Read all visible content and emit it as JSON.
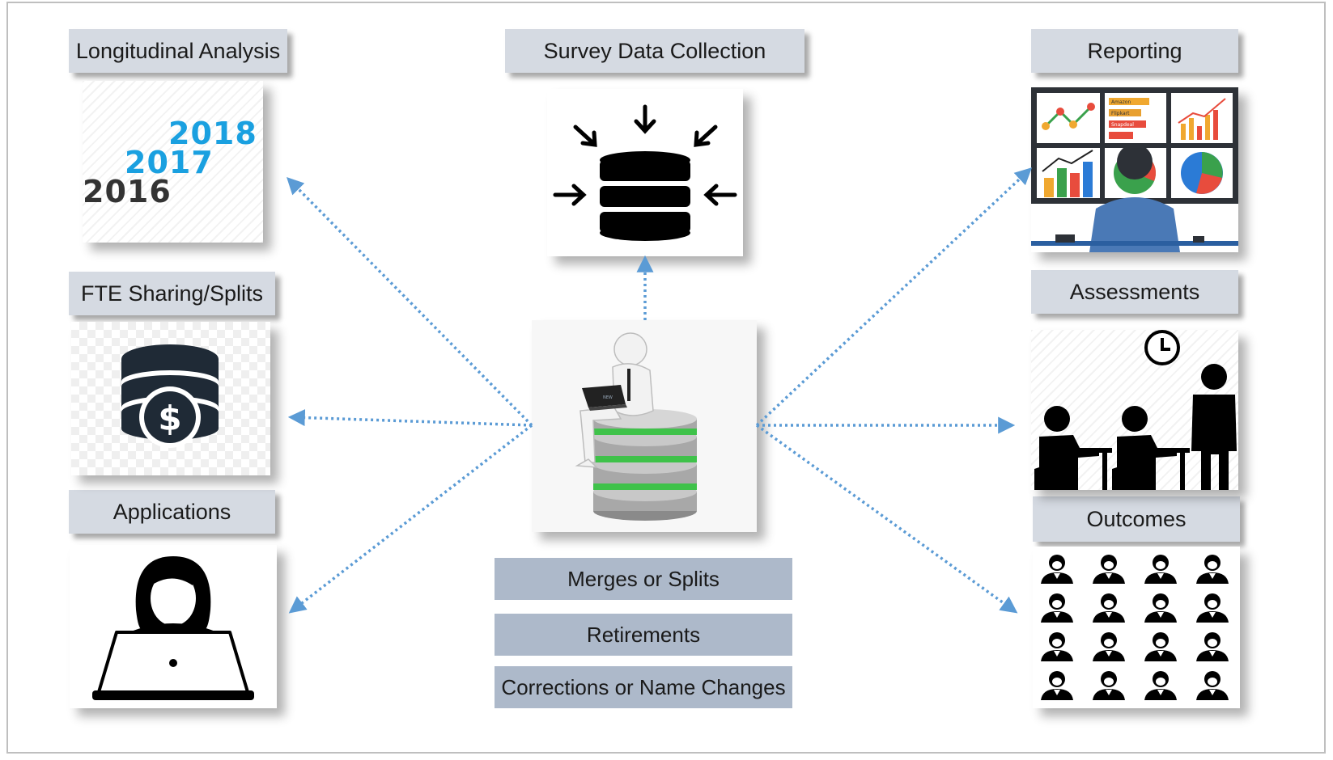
{
  "labels": {
    "longitudinal": "Longitudinal Analysis",
    "survey": "Survey Data Collection",
    "reporting": "Reporting",
    "fte": "FTE Sharing/Splits",
    "assessments": "Assessments",
    "applications": "Applications",
    "outcomes": "Outcomes"
  },
  "center_items": [
    "Merges or Splits",
    "Retirements",
    "Corrections or Name Changes"
  ],
  "years": [
    "2018",
    "2017",
    "2016"
  ],
  "chart_tags": [
    "Amazon",
    "Flipkart",
    "Snapdeal"
  ],
  "screen_label": "NEW",
  "colors": {
    "label_bg": "#d5dae2",
    "pill_bg": "#adb9ca",
    "arrow": "#5b9bd5",
    "year_blue": "#1aa0e0",
    "year_dark": "#333333"
  },
  "icons": [
    "calendar-years-icon",
    "database-inbound-icon",
    "dashboard-monitor-icon",
    "coin-database-icon",
    "person-on-database-icon",
    "exam-room-icon",
    "user-laptop-icon",
    "people-grid-icon"
  ]
}
